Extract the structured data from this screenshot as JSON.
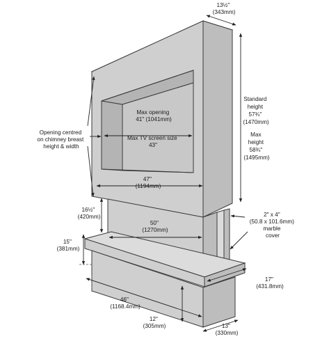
{
  "labels": {
    "top_depth": [
      "13½\"",
      "(343mm)"
    ],
    "standard_height": [
      "Standard",
      "height",
      "57¾\"",
      "(1470mm)"
    ],
    "max_height": [
      "Max",
      "height",
      "58¾\"",
      "(1495mm)"
    ],
    "opening_centred": [
      "Opening centred",
      "on chimney breast",
      "height & width"
    ],
    "max_opening": [
      "Max opening",
      "41\" (1041mm)"
    ],
    "max_tv": [
      "Max TV screen size",
      "43\""
    ],
    "width_47": [
      "47\"",
      "(1194mm)"
    ],
    "gap_16": [
      "16½\"",
      "(420mm)"
    ],
    "width_50": [
      "50\"",
      "(1270mm)"
    ],
    "marble_cover": [
      "2\" x 4\"",
      "(50.8 x 101.6mm)",
      "marble",
      "cover"
    ],
    "hearth_15": [
      "15\"",
      "(381mm)"
    ],
    "depth_17": [
      "17\"",
      "(431.8mm)"
    ],
    "width_46": [
      "46\"",
      "(1168.4mm)"
    ],
    "height_12": [
      "12\"",
      "(305mm)"
    ],
    "depth_13": [
      "13\"",
      "(330mm)"
    ]
  },
  "colors": {
    "front_face": "#cfcfcf",
    "side_face": "#bdbdbd",
    "top_face": "#dcdcdc",
    "line": "#3a3a3a"
  }
}
